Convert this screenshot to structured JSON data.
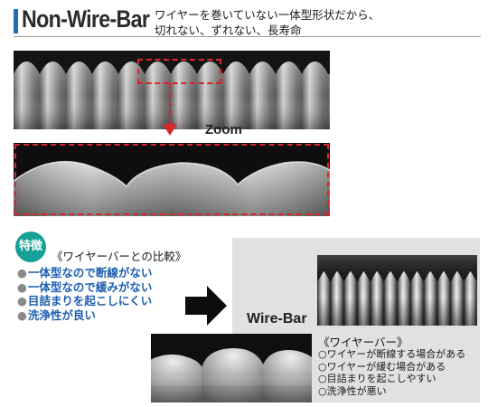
{
  "header": {
    "title": "Non-Wire-Bar",
    "description_line1": "ワイヤーを巻いていない一体型形状だから、",
    "description_line2": "切れない、ずれない、長寿命"
  },
  "zoom_label": "Zoom",
  "features": {
    "badge": "特徴",
    "heading": "《ワイヤーバーとの比較》",
    "items": [
      "一体型なので断線がない",
      "一体型なので緩みがない",
      "目詰まりを起こしにくい",
      "洗浄性が良い"
    ],
    "bullet": "●"
  },
  "wire_bar": {
    "label": "Wire-Bar",
    "heading": "《ワイヤーバー》",
    "items": [
      "ワイヤーが断線する場合がある",
      "ワイヤーが緩む場合がある",
      "目詰まりを起こしやすい",
      "洗浄性が悪い"
    ],
    "bullet": "○"
  },
  "colors": {
    "accent_blue": "#1f6fb5",
    "feature_text": "#1e5fb0",
    "badge_teal": "#15a195",
    "highlight_red": "#d9262b",
    "panel_gray": "#e1e1e1"
  }
}
